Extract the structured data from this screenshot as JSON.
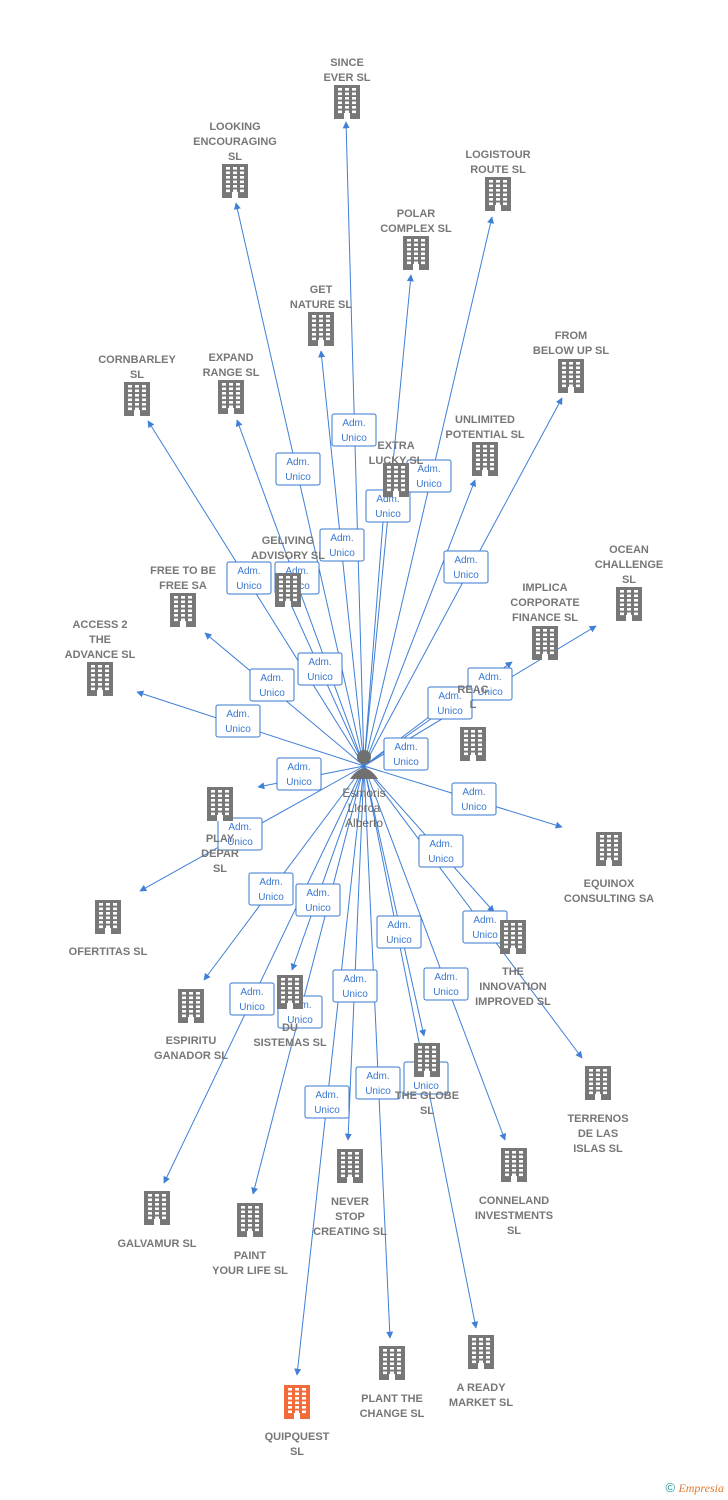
{
  "person": {
    "name_lines": [
      "Esmoris",
      "Llorca",
      "Alberto"
    ]
  },
  "role_label_lines": [
    "Adm.",
    "Unico"
  ],
  "colors": {
    "edge": "#3f7fd6",
    "building": "#777777",
    "highlight": "#f26c3a",
    "person": "#707070"
  },
  "companies": [
    {
      "id": "since-ever",
      "label_lines": [
        "SINCE",
        "EVER  SL"
      ]
    },
    {
      "id": "looking-encouraging",
      "label_lines": [
        "LOOKING",
        "ENCOURAGING",
        "SL"
      ]
    },
    {
      "id": "logistour-route",
      "label_lines": [
        "LOGISTOUR",
        "ROUTE  SL"
      ]
    },
    {
      "id": "polar-complex",
      "label_lines": [
        "POLAR",
        "COMPLEX  SL"
      ]
    },
    {
      "id": "get-nature",
      "label_lines": [
        "GET",
        "NATURE  SL"
      ]
    },
    {
      "id": "from-below-up",
      "label_lines": [
        "FROM",
        "BELOW UP  SL"
      ]
    },
    {
      "id": "cornbarley",
      "label_lines": [
        "CORNBARLEY",
        "SL"
      ]
    },
    {
      "id": "expand-range",
      "label_lines": [
        "EXPAND",
        "RANGE  SL"
      ]
    },
    {
      "id": "unlimited-potential",
      "label_lines": [
        "UNLIMITED",
        "POTENTIAL  SL"
      ]
    },
    {
      "id": "extra-lucky",
      "label_lines": [
        "EXTRA",
        "LUCKY  SL"
      ]
    },
    {
      "id": "geliving-advisory",
      "label_lines": [
        "GELIVING",
        "ADVISORY  SL"
      ]
    },
    {
      "id": "free-to-be-free",
      "label_lines": [
        "FREE TO BE",
        "FREE SA"
      ]
    },
    {
      "id": "ocean-challenge",
      "label_lines": [
        "OCEAN",
        "CHALLENGE",
        "SL"
      ]
    },
    {
      "id": "implica-corporate",
      "label_lines": [
        "IMPLICA",
        "CORPORATE",
        "FINANCE  SL"
      ]
    },
    {
      "id": "access-2-the-advance",
      "label_lines": [
        "ACCESS 2",
        "THE",
        "ADVANCE  SL"
      ]
    },
    {
      "id": "reach-partial",
      "label_lines": [
        "REAC",
        "L"
      ]
    },
    {
      "id": "play-dep",
      "label_lines": [
        "PLAY",
        "DEPAR",
        "SL"
      ]
    },
    {
      "id": "equinox-consulting",
      "label_lines": [
        "EQUINOX",
        "CONSULTING SA"
      ]
    },
    {
      "id": "ofertitas",
      "label_lines": [
        "OFERTITAS  SL"
      ]
    },
    {
      "id": "the-innovation-improved",
      "label_lines": [
        "THE",
        "INNOVATION",
        "IMPROVED  SL"
      ]
    },
    {
      "id": "espiritu-ganador",
      "label_lines": [
        "ESPIRITU",
        "GANADOR SL"
      ]
    },
    {
      "id": "du-sistemas",
      "label_lines": [
        "DU",
        "SISTEMAS  SL"
      ]
    },
    {
      "id": "the-globe",
      "label_lines": [
        "THE GLOBE",
        "SL"
      ]
    },
    {
      "id": "terrenos-de-las-islas",
      "label_lines": [
        "TERRENOS",
        "DE LAS",
        "ISLAS  SL"
      ]
    },
    {
      "id": "galvamur",
      "label_lines": [
        "GALVAMUR  SL"
      ]
    },
    {
      "id": "paint-your-life",
      "label_lines": [
        "PAINT",
        "YOUR LIFE  SL"
      ]
    },
    {
      "id": "never-stop-creating",
      "label_lines": [
        "NEVER",
        "STOP",
        "CREATING  SL"
      ]
    },
    {
      "id": "conneland-investments",
      "label_lines": [
        "CONNELAND",
        "INVESTMENTS",
        "SL"
      ]
    },
    {
      "id": "plant-the-change",
      "label_lines": [
        "PLANT THE",
        "CHANGE  SL"
      ]
    },
    {
      "id": "a-ready-market",
      "label_lines": [
        "A READY",
        "MARKET  SL"
      ]
    },
    {
      "id": "quipquest",
      "label_lines": [
        "QUIPQUEST",
        "SL"
      ],
      "highlight": true
    }
  ],
  "footer": {
    "symbol": "©",
    "brand": "Empresia"
  }
}
